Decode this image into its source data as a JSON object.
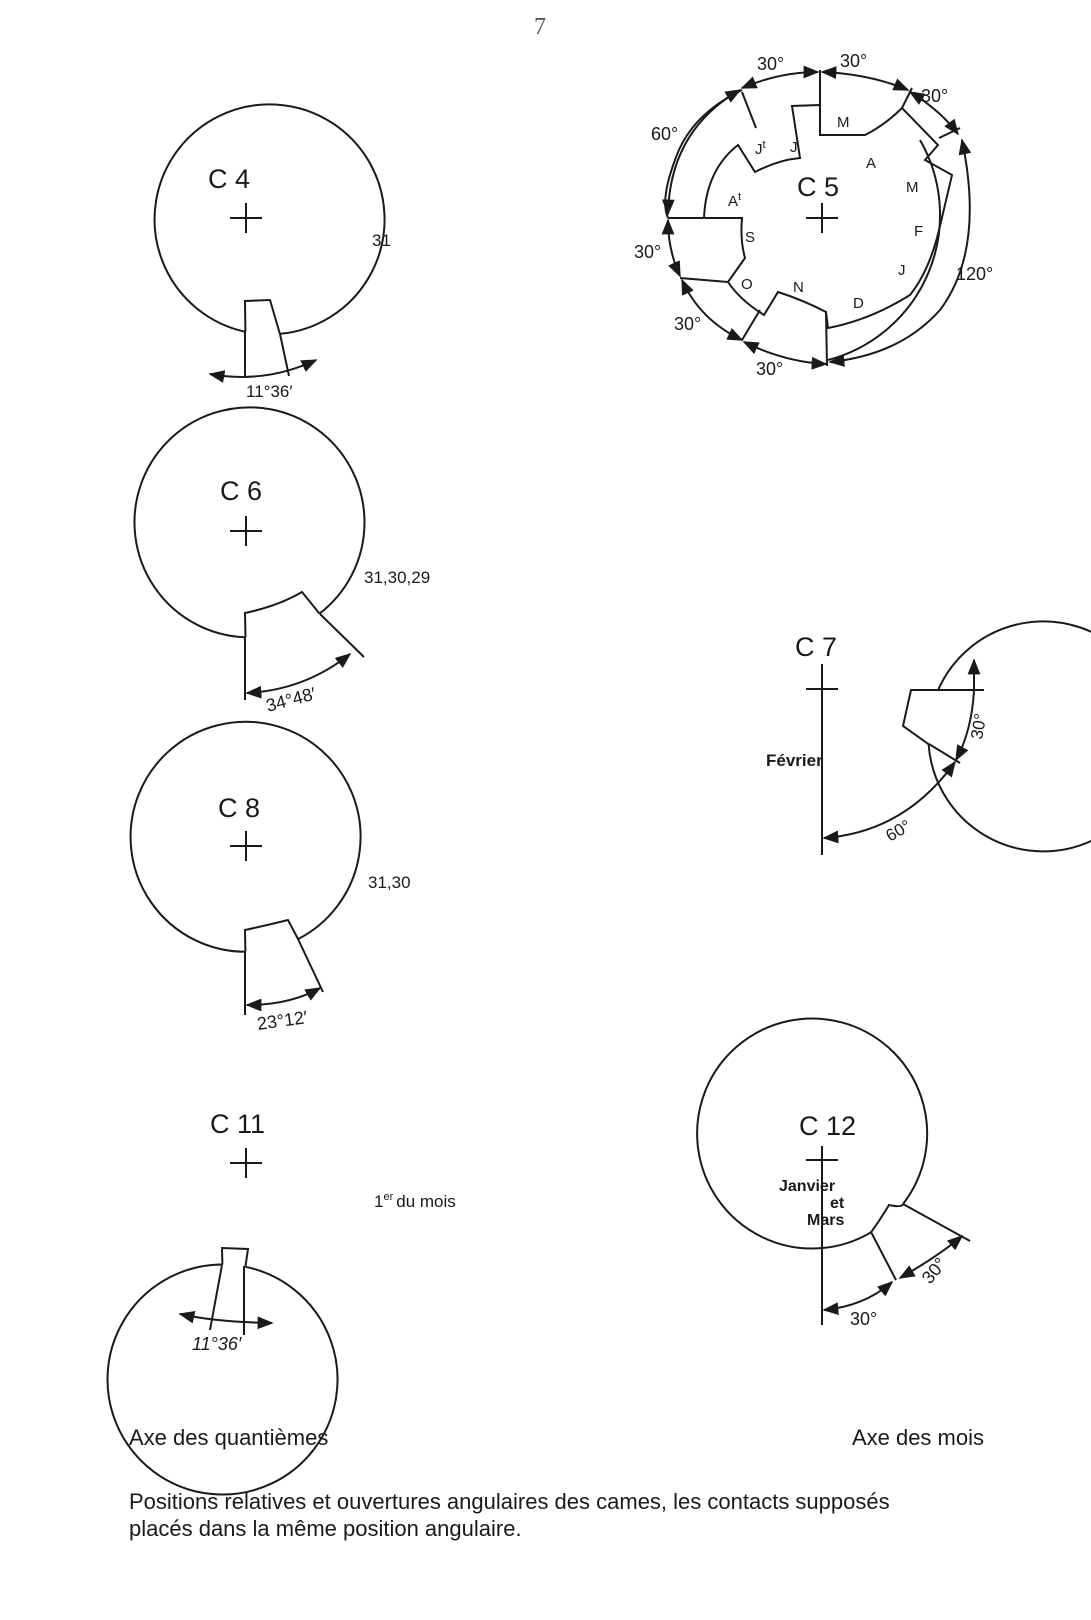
{
  "page_number": "7",
  "axis_labels": {
    "left": "Axe des quantièmes",
    "right": "Axe des mois"
  },
  "caption": {
    "line1": "Positions relatives et ouvertures angulaires des cames, les contacts supposés",
    "line2": "placés dans la même position angulaire."
  },
  "cams": {
    "c4": {
      "label": "C 4",
      "side_note": "31",
      "angle": "11°36′"
    },
    "c6": {
      "label": "C 6",
      "side_note": "31,30,29",
      "angle": "34°48′"
    },
    "c8": {
      "label": "C 8",
      "side_note": "31,30",
      "angle": "23°12′"
    },
    "c11": {
      "label": "C 11",
      "side_note_sup": "er",
      "side_note_pre": "1",
      "side_note_post": "du mois",
      "angle": "11°36′"
    },
    "c7": {
      "label": "C 7",
      "month": "Février",
      "angle_a": "30°",
      "angle_b": "60°"
    },
    "c12": {
      "label": "C 12",
      "month_1": "Janvier",
      "month_2": "et",
      "month_3": "Mars",
      "angle_a": "30°",
      "angle_b": "30°"
    },
    "c5": {
      "label": "C 5",
      "months": {
        "jan": "J",
        "feb": "F",
        "mar": "M",
        "apr": "A",
        "may": "M",
        "jun": "J",
        "jul": "J",
        "jul_t": "t",
        "aug": "A",
        "aug_t": "t",
        "sep": "S",
        "oct": "O",
        "nov": "N",
        "dec": "D"
      },
      "angles": {
        "top_left": "30°",
        "top_right": "30°",
        "upper_right": "30°",
        "right": "120°",
        "left_upper": "60°",
        "left_mid": "30°",
        "left_lower": "30°",
        "bottom": "30°"
      }
    }
  }
}
